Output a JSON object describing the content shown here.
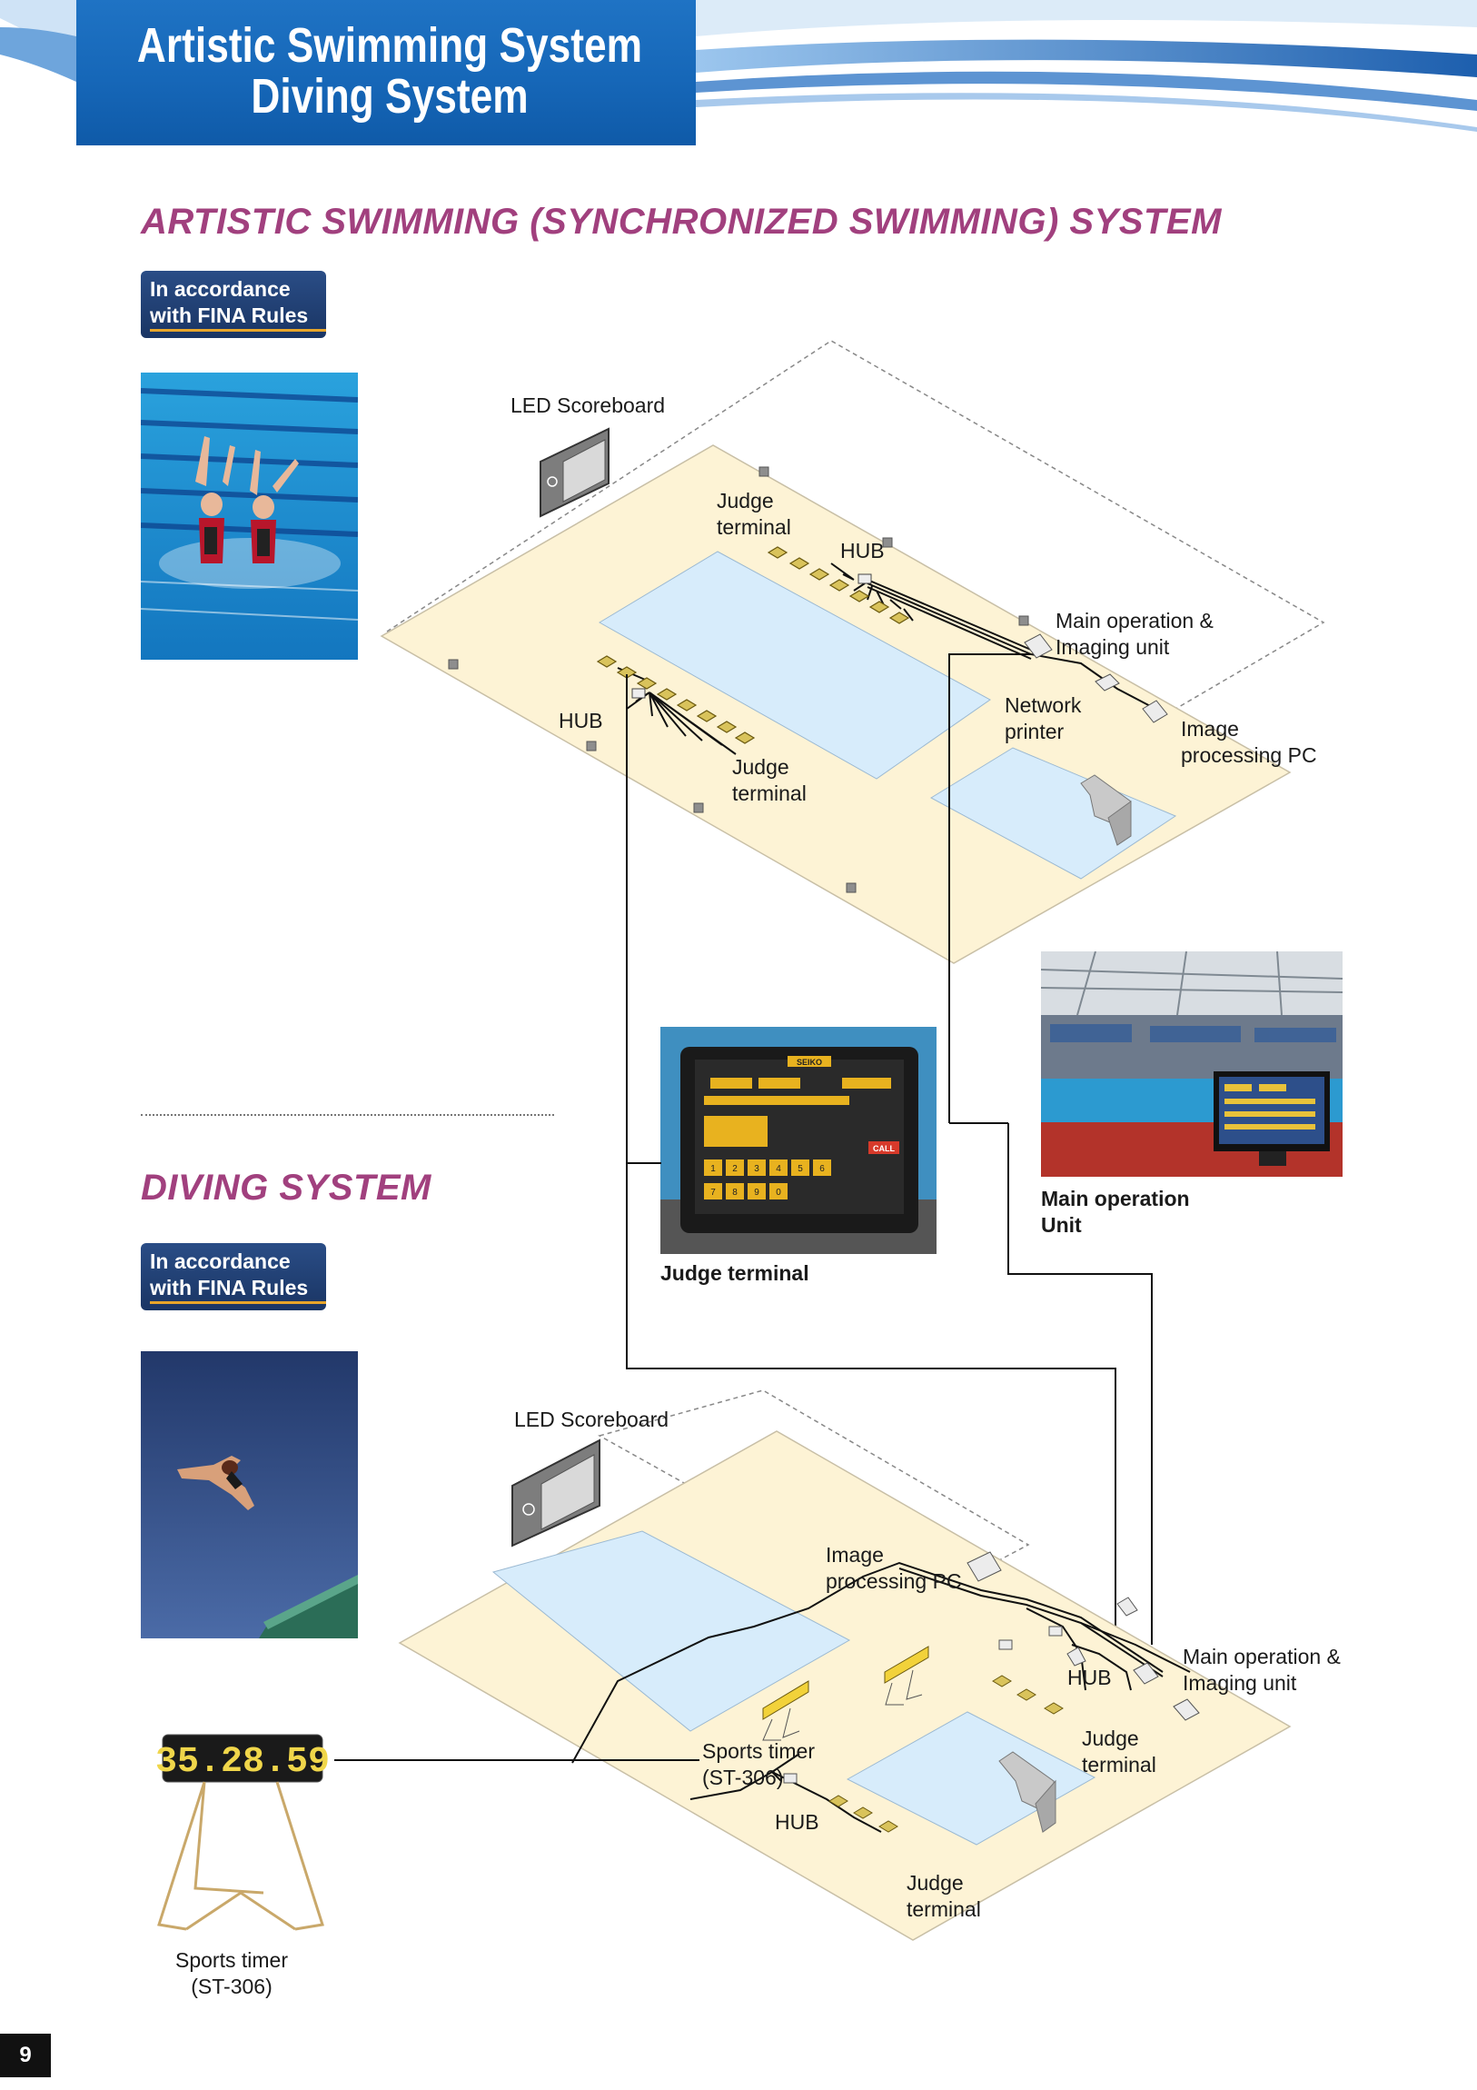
{
  "header": {
    "title_line1": "Artistic Swimming System",
    "title_line2": "Diving System"
  },
  "artistic": {
    "section_title": "ARTISTIC SWIMMING (SYNCHRONIZED SWIMMING) SYSTEM",
    "badge_line1": "In accordance",
    "badge_line2": "with FINA Rules",
    "labels": {
      "led_scoreboard": "LED Scoreboard",
      "judge_terminal_top": [
        "Judge",
        "terminal"
      ],
      "hub_top": "HUB",
      "main_operation": [
        "Main operation &",
        "Imaging unit"
      ],
      "network_printer": [
        "Network",
        "printer"
      ],
      "image_processing": [
        "Image",
        "processing PC"
      ],
      "hub_left": "HUB",
      "judge_terminal_bottom": [
        "Judge",
        "terminal"
      ]
    }
  },
  "middle": {
    "judge_terminal_caption": "Judge terminal",
    "main_operation_caption": [
      "Main operation",
      "Unit"
    ],
    "tablet_brand": "SEIKO",
    "tablet_call": "CALL",
    "tablet_keys": [
      "1",
      "2",
      "3",
      "4",
      "5",
      "6",
      "7",
      "8",
      "9",
      "0"
    ]
  },
  "diving": {
    "section_title": "DIVING SYSTEM",
    "badge_line1": "In accordance",
    "badge_line2": "with FINA Rules",
    "labels": {
      "led_scoreboard": "LED Scoreboard",
      "image_processing": [
        "Image",
        "processing PC"
      ],
      "main_operation": [
        "Main operation &",
        "Imaging unit"
      ],
      "hub_right": "HUB",
      "judge_terminal_right": [
        "Judge",
        "terminal"
      ],
      "sports_timer": [
        "Sports timer",
        "(ST-306)"
      ],
      "hub_bottom": "HUB",
      "judge_terminal_bottom": [
        "Judge",
        "terminal"
      ]
    },
    "timer_display": "35.28.59",
    "timer_caption": [
      "Sports timer",
      "(ST-306)"
    ]
  },
  "page_number": "9"
}
